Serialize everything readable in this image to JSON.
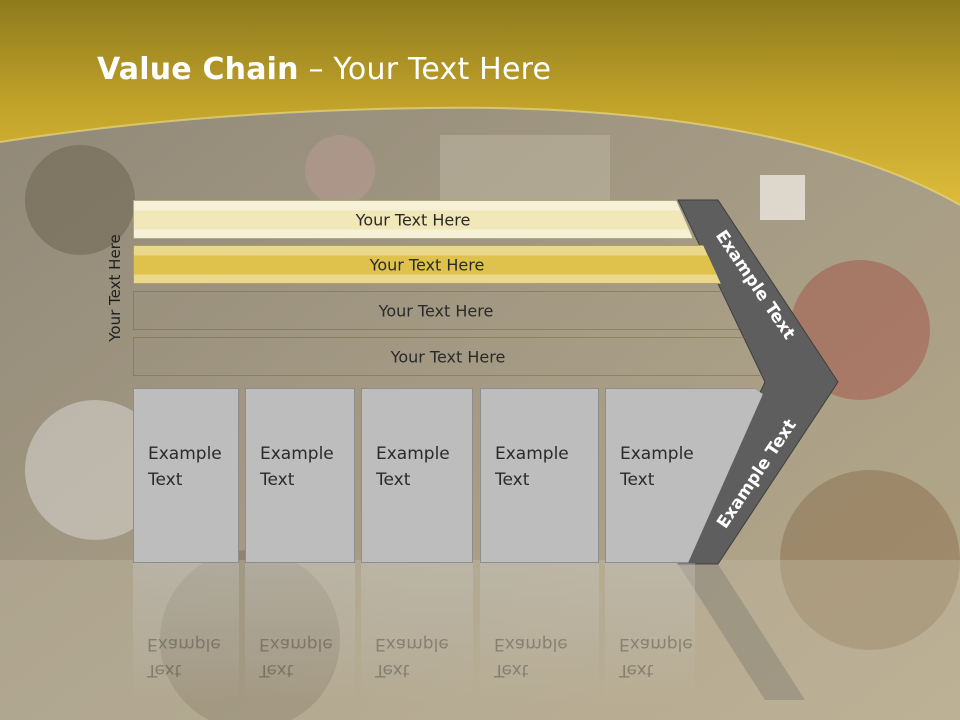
{
  "title": {
    "bold": "Value Chain",
    "rest": " – Your Text Here"
  },
  "side_label": "Your Text Here",
  "rows": [
    {
      "label": "Your Text Here",
      "color": "#f6f0d6"
    },
    {
      "label": "Your Text Here",
      "color": "#f1e7b8"
    },
    {
      "label": "Your Text Here",
      "color": "#ead98c"
    },
    {
      "label": "Your Text Here",
      "color": "#dfc24c"
    }
  ],
  "boxes": [
    {
      "line1": "Example",
      "line2": "Text"
    },
    {
      "line1": "Example",
      "line2": "Text"
    },
    {
      "line1": "Example",
      "line2": "Text"
    },
    {
      "line1": "Example",
      "line2": "Text"
    },
    {
      "line1": "Example",
      "line2": "Text"
    }
  ],
  "arrow_top_label": "Example Text",
  "arrow_bottom_label": "Example Text",
  "colors": {
    "header": "#c9a827",
    "arrow": "#5e5e5e",
    "box": "#bdbdbd"
  }
}
